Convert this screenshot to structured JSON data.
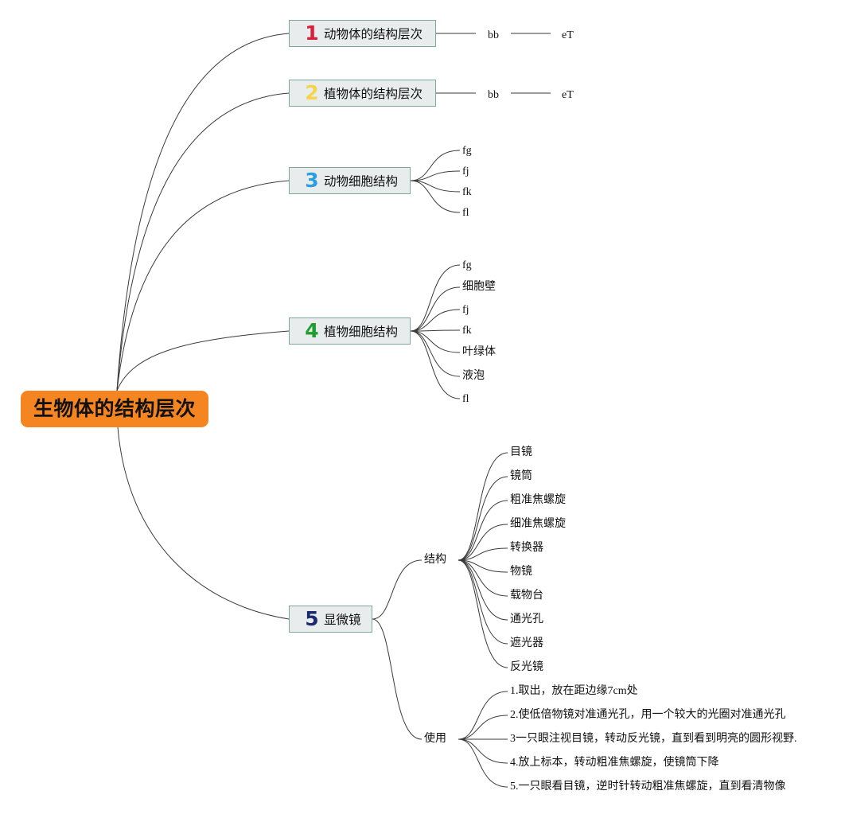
{
  "root": {
    "label": "生物体的结构层次"
  },
  "branches": [
    {
      "number": "1",
      "color": "#d5213b",
      "label": "动物体的结构层次",
      "children": [
        "bb"
      ],
      "grandchild": "eT"
    },
    {
      "number": "2",
      "color": "#f5d547",
      "label": "植物体的结构层次",
      "children": [
        "bb"
      ],
      "grandchild": "eT"
    },
    {
      "number": "3",
      "color": "#2b9ee0",
      "label": "动物细胞结构",
      "children": [
        "fg",
        "fj",
        "fk",
        "fl"
      ]
    },
    {
      "number": "4",
      "color": "#1e9e2e",
      "label": "植物细胞结构",
      "children": [
        "fg",
        "细胞壁",
        "fj",
        "fk",
        "叶绿体",
        "液泡",
        "fl"
      ]
    },
    {
      "number": "5",
      "color": "#1d2a6f",
      "label": "显微镜",
      "subs": [
        {
          "label": "结构",
          "items": [
            "目镜",
            "镜筒",
            "粗准焦螺旋",
            "细准焦螺旋",
            "转换器",
            "物镜",
            "载物台",
            "通光孔",
            "遮光器",
            "反光镜"
          ]
        },
        {
          "label": "使用",
          "items": [
            "1.取出，放在距边缘7cm处",
            "2.使低倍物镜对准通光孔，用一个较大的光圈对准通光孔",
            "3一只眼注视目镜，转动反光镜，直到看到明亮的圆形视野.",
            "4.放上标本，转动粗准焦螺旋，使镜筒下降",
            "5.一只眼看目镜，逆时针转动粗准焦螺旋，直到看清物像"
          ]
        }
      ]
    }
  ]
}
